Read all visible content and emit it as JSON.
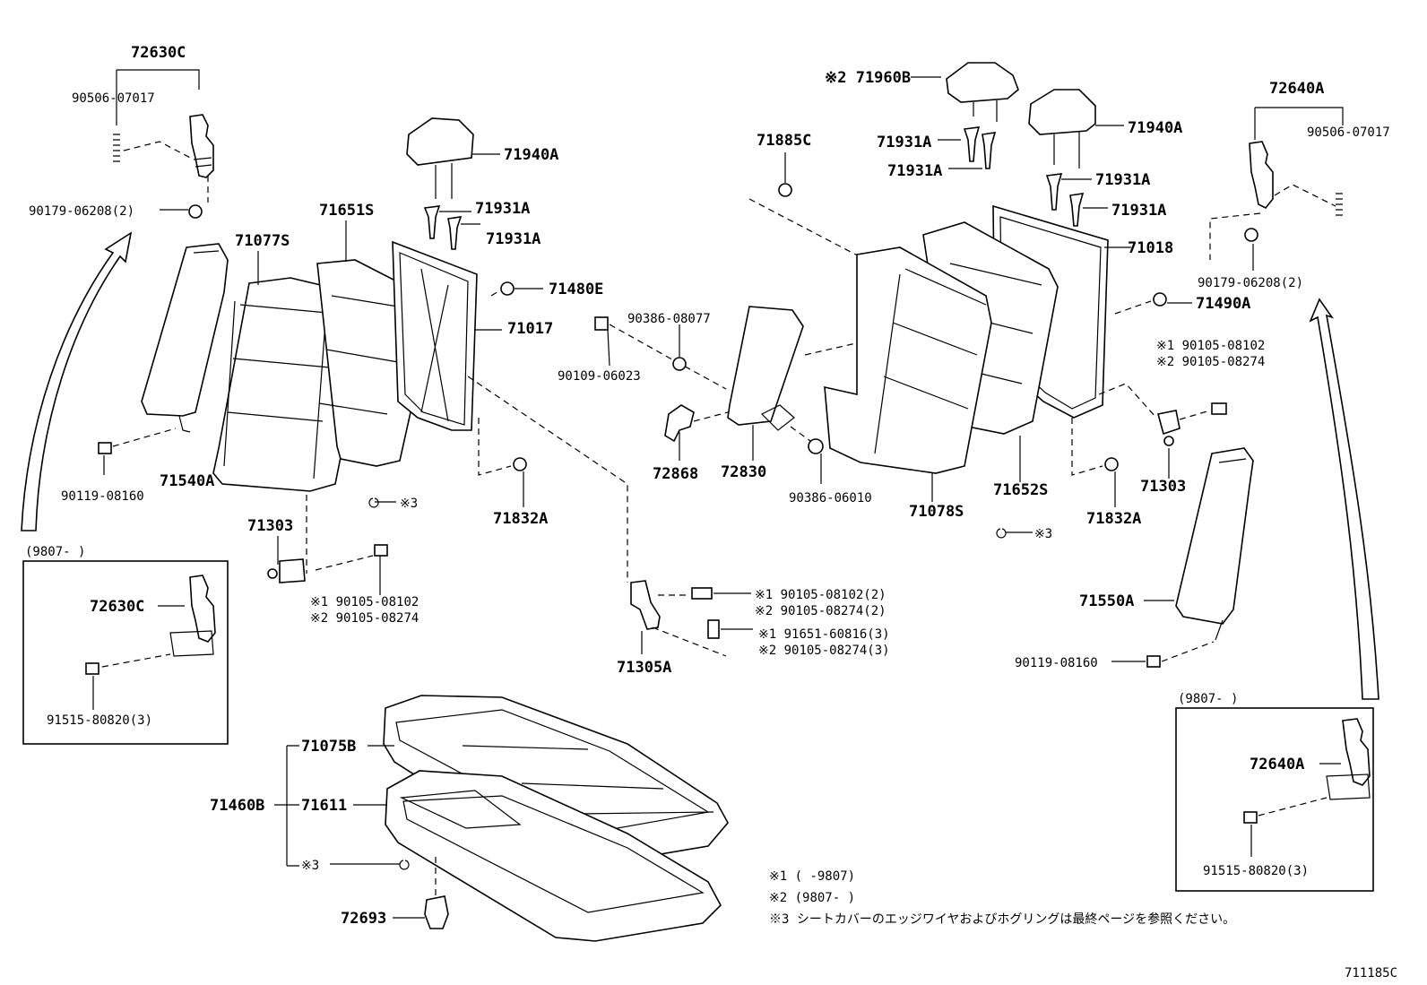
{
  "diagram_id": "711185C",
  "labels": {
    "l72630C_top": "72630C",
    "l90506_left": "90506-07017",
    "l90179_left": "90179-06208(2)",
    "l71077S": "71077S",
    "l71651S": "71651S",
    "l71940A_left": "71940A",
    "l71931A_l1": "71931A",
    "l71931A_l2": "71931A",
    "l71480E": "71480E",
    "l71017": "71017",
    "l90119_left": "90119-08160",
    "l71540A": "71540A",
    "l71832A_left": "71832A",
    "l71303_left": "71303",
    "l3_left": "※3",
    "l90105_l1": "※1 90105-08102",
    "l90105_l2": "※2 90105-08274",
    "l9807_left": "(9807-    )",
    "l72630C_box": "72630C",
    "l91515_left": "91515-80820(3)",
    "l90386_08077": "90386-08077",
    "l90109": "90109-06023",
    "l72868": "72868",
    "l72830": "72830",
    "l90386_06010": "90386-06010",
    "l71305A": "71305A",
    "l90105_c1": "※1 90105-08102(2)",
    "l90105_c2": "※2 90105-08274(2)",
    "l91651_c1": "※1 91651-60816(3)",
    "l90105_c3": "※2 90105-08274(3)",
    "l71960B": "※2 71960B",
    "l71885C": "71885C",
    "l71931A_r1": "71931A",
    "l71931A_r2": "71931A",
    "l71940A_right": "71940A",
    "l71931A_r3": "71931A",
    "l71931A_r4": "71931A",
    "l71018": "71018",
    "l72640A_top": "72640A",
    "l90506_right": "90506-07017",
    "l90179_right": "90179-06208(2)",
    "l71490A": "71490A",
    "l90105_r1": "※1 90105-08102",
    "l90105_r2": "※2 90105-08274",
    "l71303_right": "71303",
    "l71078S": "71078S",
    "l71652S": "71652S",
    "l71832A_right": "71832A",
    "l3_mid": "※3",
    "l71550A": "71550A",
    "l90119_right": "90119-08160",
    "l9807_right": "(9807-    )",
    "l72640A_box": "72640A",
    "l91515_right": "91515-80820(3)",
    "l71075B": "71075B",
    "l71460B": "71460B",
    "l71611": "71611",
    "l3_bottom": "※3",
    "l72693": "72693"
  },
  "notes": {
    "n1": "※1 (      -9807)",
    "n2": "※2 (9807-      )",
    "n3": "※3 シートカバーのエッジワイヤおよびホグリングは最終ページを参照ください。"
  }
}
